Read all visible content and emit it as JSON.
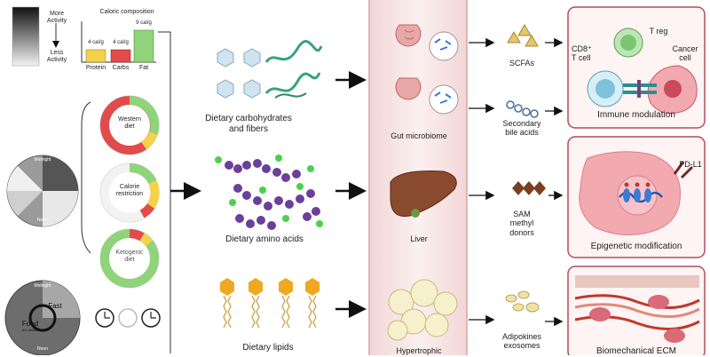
{
  "legend": {
    "activity_more": "More\nActivity",
    "activity_less": "Less\nActivity"
  },
  "caloric": {
    "title": "Caloric composition",
    "bars": [
      {
        "name": "Protein",
        "value_label": "4 cal/g",
        "value": 4,
        "color": "#f4d24a"
      },
      {
        "name": "Carbs",
        "value_label": "4 cal/g",
        "value": 4,
        "color": "#e24b4b"
      },
      {
        "name": "Fat",
        "value_label": "9 cal/g",
        "value": 9,
        "color": "#8fd37a"
      }
    ]
  },
  "diets": [
    {
      "name": "Western\ndiet"
    },
    {
      "name": "Calorie\nrestriction"
    },
    {
      "name": "Ketogenic\ndiet"
    }
  ],
  "clock1": {
    "top": "Midnight",
    "bottom": "Noon"
  },
  "clock2": {
    "top": "Midnight",
    "bottom": "Noon",
    "fast": "Fast",
    "food": "Food",
    "food_sub": "Ad Libitum"
  },
  "inputs": {
    "carbs": "Dietary carbohydrates\nand fibers",
    "amino": "Dietary amino acids",
    "lipids": "Dietary lipids"
  },
  "organs": {
    "gut": "Gut microbiome",
    "liver": "Liver",
    "adipose": "Hypertrophic"
  },
  "metabolites": {
    "scfa": "SCFAs",
    "bile": "Secondary\nbile acids",
    "sam": "SAM\nmethyl\ndonors",
    "adipokines": "Adipokines\nexosomes"
  },
  "outcomes": {
    "immune": {
      "title": "Immune modulation",
      "cd8": "CD8⁺\nT cell",
      "treg": "T reg",
      "cancer": "Cancer\ncell"
    },
    "epigenetic": {
      "title": "Epigenetic modification",
      "pdl1": "PD-L1"
    },
    "ecm": {
      "title": "Biomechanical ECM"
    }
  },
  "colors": {
    "western_red": "#e24b4b",
    "yellow": "#f4d24a",
    "green": "#8fd37a",
    "column_pink": "#f7e3e3",
    "outcome_border": "#b24c5a",
    "cancer_pink": "#f2a9b0"
  }
}
